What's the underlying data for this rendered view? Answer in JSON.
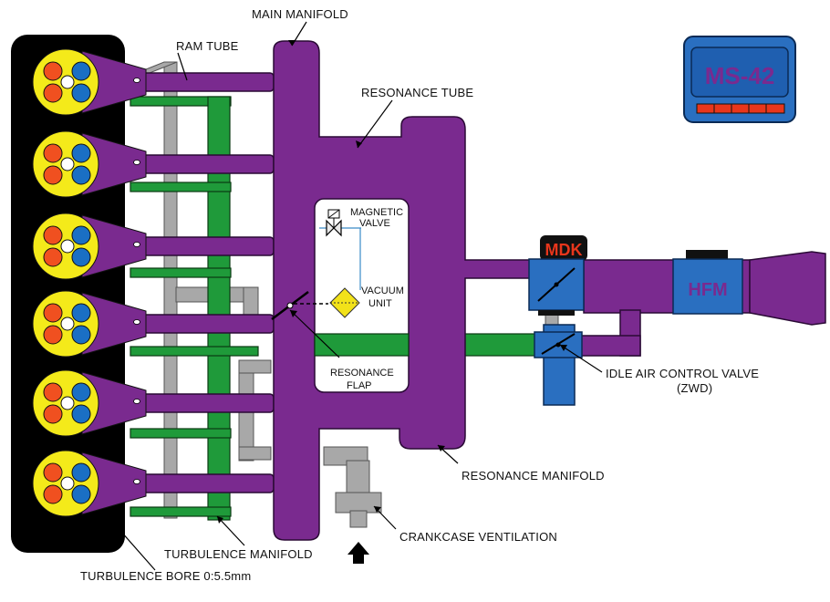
{
  "labels": {
    "main_manifold": "MAIN MANIFOLD",
    "ram_tube": "RAM TUBE",
    "resonance_tube": "RESONANCE TUBE",
    "magnetic_valve_1": "MAGNETIC",
    "magnetic_valve_2": "VALVE",
    "vacuum_unit_1": "VACUUM",
    "vacuum_unit_2": "UNIT",
    "resonance_flap_1": "RESONANCE",
    "resonance_flap_2": "FLAP",
    "idle_air_1": "IDLE AIR CONTROL VALVE",
    "idle_air_2": "(ZWD)",
    "resonance_manifold": "RESONANCE MANIFOLD",
    "crankcase_ventilation": "CRANKCASE VENTILATION",
    "turbulence_manifold": "TURBULENCE MANIFOLD",
    "turbulence_bore": "TURBULENCE BORE 0:5.5mm",
    "mdk": "MDK",
    "hfm": "HFM",
    "ms42": "MS-42"
  },
  "colors": {
    "manifold": "#7a2a8f",
    "turbulence": "#1f9a3a",
    "engine_block": "#000000",
    "cylinder": "#f4ea1a",
    "valve_red": "#f05020",
    "valve_blue": "#1a6fc4",
    "gray_pipe": "#a8a8a8",
    "component_blue": "#2a6fc0",
    "mdk_red": "#e8361c",
    "vacuum_yellow": "#f2e21a"
  },
  "cylinders": [
    1,
    2,
    3,
    4,
    5,
    6
  ]
}
